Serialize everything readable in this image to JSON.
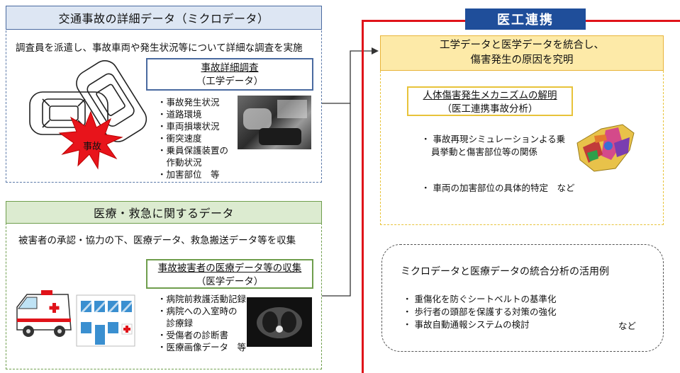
{
  "engineering": {
    "header": "交通事故の詳細データ（ミクロデータ）",
    "description": "調査員を派遣し、事故車両や発生状況等について詳細な調査を実施",
    "box_title": "事故詳細調査",
    "box_subtitle": "（工学データ）",
    "items": [
      "・事故発生状況",
      "・道路環境",
      "・車両損壊状況",
      "・衝突速度",
      "・乗員保護装置の",
      "　作動状況",
      "・加害部位　等"
    ],
    "crash_label": "事故"
  },
  "medical": {
    "header": "医療・救急に関するデータ",
    "description": "被害者の承認・協力の下、医療データ、救急搬送データ等を収集",
    "box_title": "事故被害者の医療データ等の収集",
    "box_subtitle": "（医学データ）",
    "items": [
      "・病院前救護活動記録",
      "・病院への入室時の",
      "　診療録",
      "・受傷者の診断書",
      "・医療画像データ　等"
    ]
  },
  "collaboration": {
    "label": "医工連携",
    "integration_line1": "工学データと医学データを統合し、",
    "integration_line2": "傷害発生の原因を究明",
    "mechanism_title": "人体傷害発生メカニズムの解明",
    "mechanism_subtitle": "（医工連携事故分析）",
    "bullet1_line1": "・ 事故再現シミュレーションよる乗",
    "bullet1_line2": "員挙動と傷害部位等の関係",
    "bullet2": "・ 車両の加害部位の具体的特定　など"
  },
  "examples": {
    "title": "ミクロデータと医療データの統合分析の活用例",
    "items": [
      "・ 重傷化を防ぐシートベルトの基準化",
      "・ 歩行者の頭部を保護する対策の強化",
      "・ 事故自動通報システムの検討"
    ],
    "suffix": "など"
  },
  "colors": {
    "red_frame": "#e0131a",
    "navy_label": "#1f4e9a",
    "blue_border": "#4a6aa0",
    "green_border": "#6f9e4d",
    "yellow_fill": "#fdeaa8"
  }
}
